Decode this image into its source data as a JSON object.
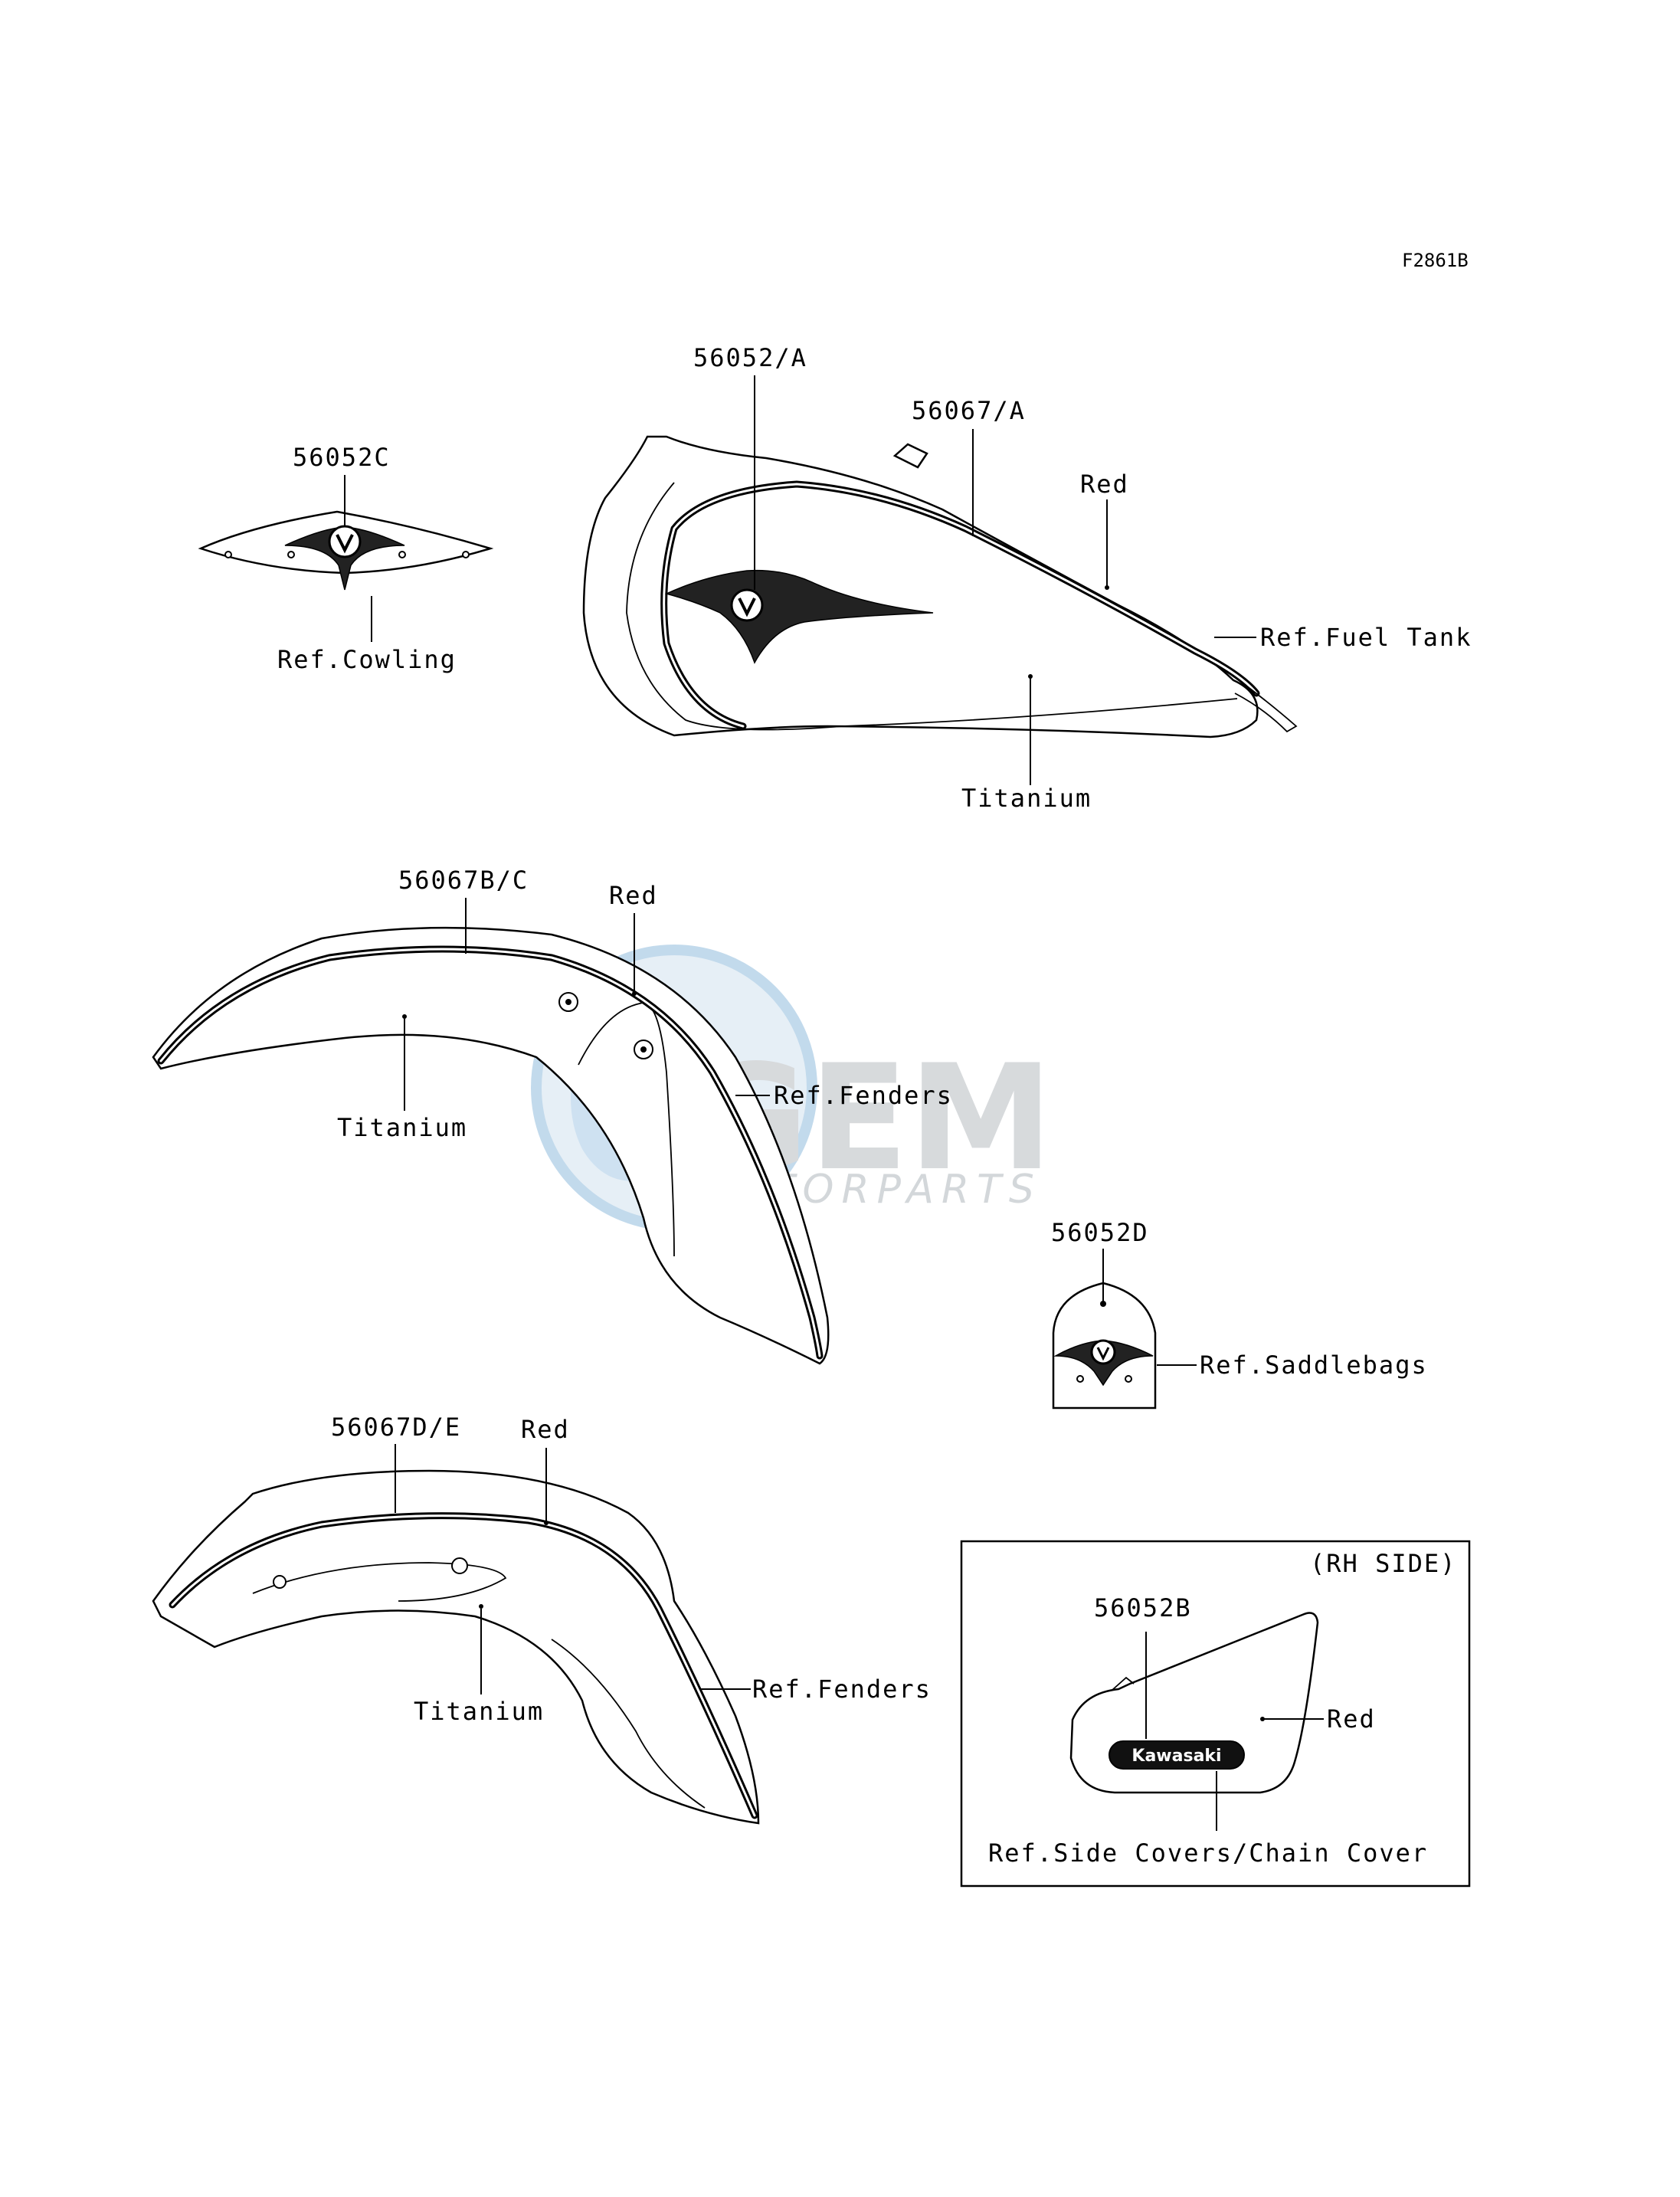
{
  "figure_code": "F2861B",
  "watermark": {
    "big": "GEM",
    "sub": "MOTORPARTS"
  },
  "cowling": {
    "part_number": "56052C",
    "ref": "Ref.Cowling"
  },
  "fuel_tank": {
    "emblem_part": "56052/A",
    "stripe_part": "56067/A",
    "red_label": "Red",
    "ref": "Ref.Fuel Tank",
    "titanium_label": "Titanium"
  },
  "front_fender": {
    "part_number": "56067B/C",
    "red_label": "Red",
    "ref": "Ref.Fenders",
    "titanium_label": "Titanium"
  },
  "saddlebag": {
    "part_number": "56052D",
    "ref": "Ref.Saddlebags"
  },
  "rear_fender": {
    "part_number": "56067D/E",
    "red_label": "Red",
    "ref": "Ref.Fenders",
    "titanium_label": "Titanium"
  },
  "side_cover": {
    "side_label": "(RH SIDE)",
    "part_number": "56052B",
    "brand": "Kawasaki",
    "red_label": "Red",
    "ref": "Ref.Side Covers/Chain Cover"
  }
}
